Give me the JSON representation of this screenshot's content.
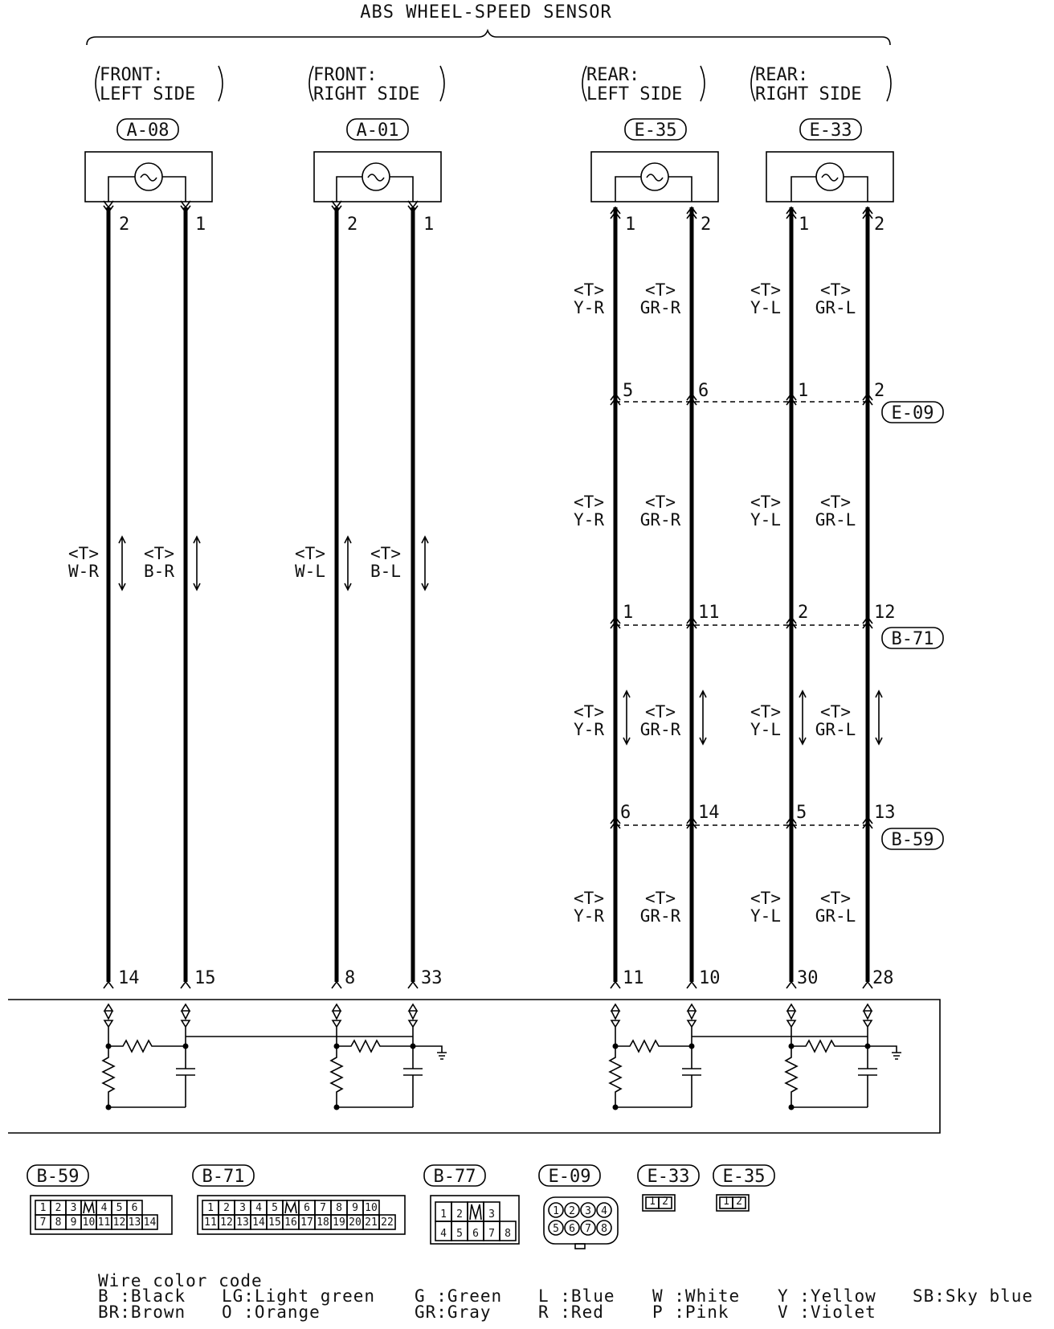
{
  "title": "ABS WHEEL-SPEED SENSOR",
  "sensors": [
    {
      "side_line1": "FRONT:",
      "side_line2": "LEFT SIDE",
      "connector": "A-08",
      "pin_a": "2",
      "pin_b": "1"
    },
    {
      "side_line1": "FRONT:",
      "side_line2": "RIGHT SIDE",
      "connector": "A-01",
      "pin_a": "2",
      "pin_b": "1"
    },
    {
      "side_line1": "REAR:",
      "side_line2": "LEFT SIDE",
      "connector": "E-35",
      "pin_a": "1",
      "pin_b": "2"
    },
    {
      "side_line1": "REAR:",
      "side_line2": "RIGHT SIDE",
      "connector": "E-33",
      "pin_a": "1",
      "pin_b": "2"
    }
  ],
  "wire_tag": "<T>",
  "front_wires": [
    "W-R",
    "B-R",
    "W-L",
    "B-L"
  ],
  "rear_wires": [
    "Y-R",
    "GR-R",
    "Y-L",
    "GR-L"
  ],
  "junctions": [
    {
      "connector": "E-09",
      "pins": [
        "5",
        "6",
        "1",
        "2"
      ]
    },
    {
      "connector": "B-71",
      "pins": [
        "1",
        "11",
        "2",
        "12"
      ]
    },
    {
      "connector": "B-59",
      "pins": [
        "6",
        "14",
        "5",
        "13"
      ]
    }
  ],
  "ecu_pins": [
    "14",
    "15",
    "8",
    "33",
    "11",
    "10",
    "30",
    "28"
  ],
  "connector_views": [
    {
      "label": "B-59",
      "row1": [
        "1",
        "2",
        "3",
        "",
        "4",
        "5",
        "6"
      ],
      "row2": [
        "7",
        "8",
        "9",
        "10",
        "11",
        "12",
        "13",
        "14"
      ]
    },
    {
      "label": "B-71",
      "row1": [
        "1",
        "2",
        "3",
        "4",
        "5",
        "",
        "6",
        "7",
        "8",
        "9",
        "10"
      ],
      "row2": [
        "11",
        "12",
        "13",
        "14",
        "15",
        "16",
        "17",
        "18",
        "19",
        "20",
        "21",
        "22"
      ]
    },
    {
      "label": "B-77",
      "row1": [
        "1",
        "2",
        "",
        "3"
      ],
      "row2": [
        "4",
        "5",
        "6",
        "7",
        "8"
      ]
    },
    {
      "label": "E-09",
      "row1": [
        "1",
        "2",
        "3",
        "4"
      ],
      "row2": [
        "5",
        "6",
        "7",
        "8"
      ]
    },
    {
      "label": "E-33",
      "row1": [
        "1",
        "2"
      ]
    },
    {
      "label": "E-35",
      "row1": [
        "1",
        "2"
      ]
    }
  ],
  "legend": {
    "heading": "Wire color code",
    "col1": [
      "B :Black",
      "BR:Brown"
    ],
    "col2": [
      "LG:Light green",
      "O :Orange"
    ],
    "col3": [
      "G :Green",
      "GR:Gray"
    ],
    "col4": [
      "L :Blue",
      "R :Red"
    ],
    "col5": [
      "W :White",
      "P :Pink"
    ],
    "col6": [
      "Y :Yellow",
      "V :Violet"
    ],
    "col7": [
      "SB:Sky blue"
    ]
  }
}
